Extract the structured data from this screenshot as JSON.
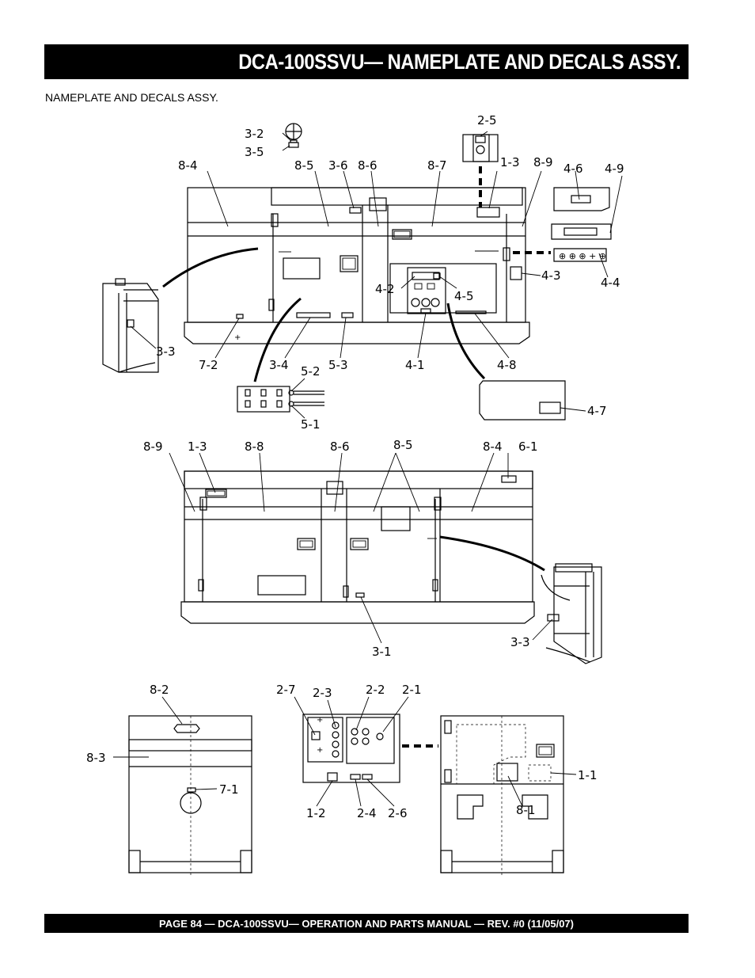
{
  "header": {
    "title": "DCA-100SSVU— NAMEPLATE  AND DECALS ASSY."
  },
  "section": {
    "subtitle": "NAMEPLATE AND DECALS ASSY."
  },
  "footer": {
    "text": "PAGE 84 — DCA-100SSVU—  OPERATION AND PARTS  MANUAL — REV. #0  (11/05/07)"
  },
  "callouts": {
    "view1": [
      "3-2",
      "3-5",
      "2-5",
      "8-4",
      "8-5",
      "3-6",
      "8-6",
      "8-7",
      "1-3",
      "8-9",
      "4-6",
      "4-9",
      "4-3",
      "4-4",
      "4-2",
      "4-5",
      "3-3",
      "7-2",
      "3-4",
      "5-3",
      "4-1",
      "4-8",
      "5-2",
      "5-1",
      "4-7"
    ],
    "view2": [
      "8-9",
      "1-3",
      "8-8",
      "8-6",
      "8-5",
      "8-4",
      "6-1",
      "3-3",
      "3-1"
    ],
    "view3": [
      "8-2",
      "8-3",
      "7-1",
      "2-7",
      "2-3",
      "2-2",
      "2-1",
      "1-2",
      "2-4",
      "2-6",
      "1-1",
      "8-1"
    ]
  }
}
